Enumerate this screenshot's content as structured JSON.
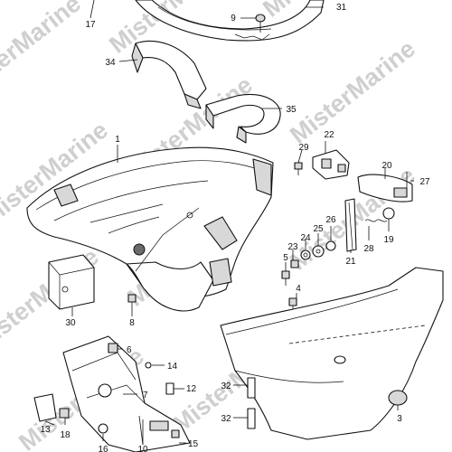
{
  "watermark": {
    "text": "MisterMarine"
  },
  "callouts": [
    {
      "id": "c17",
      "label": "17"
    },
    {
      "id": "c31",
      "label": "31"
    },
    {
      "id": "c9",
      "label": "9"
    },
    {
      "id": "c34",
      "label": "34"
    },
    {
      "id": "c35",
      "label": "35"
    },
    {
      "id": "c1",
      "label": "1"
    },
    {
      "id": "c22",
      "label": "22"
    },
    {
      "id": "c29",
      "label": "29"
    },
    {
      "id": "c20",
      "label": "20"
    },
    {
      "id": "c27",
      "label": "27"
    },
    {
      "id": "c26",
      "label": "26"
    },
    {
      "id": "c25",
      "label": "25"
    },
    {
      "id": "c24",
      "label": "24"
    },
    {
      "id": "c23",
      "label": "23"
    },
    {
      "id": "c28",
      "label": "28"
    },
    {
      "id": "c19",
      "label": "19"
    },
    {
      "id": "c21",
      "label": "21"
    },
    {
      "id": "c5",
      "label": "5"
    },
    {
      "id": "c4",
      "label": "4"
    },
    {
      "id": "c30",
      "label": "30"
    },
    {
      "id": "c8",
      "label": "8"
    },
    {
      "id": "c6",
      "label": "6"
    },
    {
      "id": "c14",
      "label": "14"
    },
    {
      "id": "c7",
      "label": "7"
    },
    {
      "id": "c12",
      "label": "12"
    },
    {
      "id": "c32a",
      "label": "32"
    },
    {
      "id": "c32b",
      "label": "32"
    },
    {
      "id": "c13",
      "label": "13"
    },
    {
      "id": "c18",
      "label": "18"
    },
    {
      "id": "c10",
      "label": "10"
    },
    {
      "id": "c15",
      "label": "15"
    },
    {
      "id": "c16",
      "label": "16"
    },
    {
      "id": "c3",
      "label": "3"
    }
  ]
}
